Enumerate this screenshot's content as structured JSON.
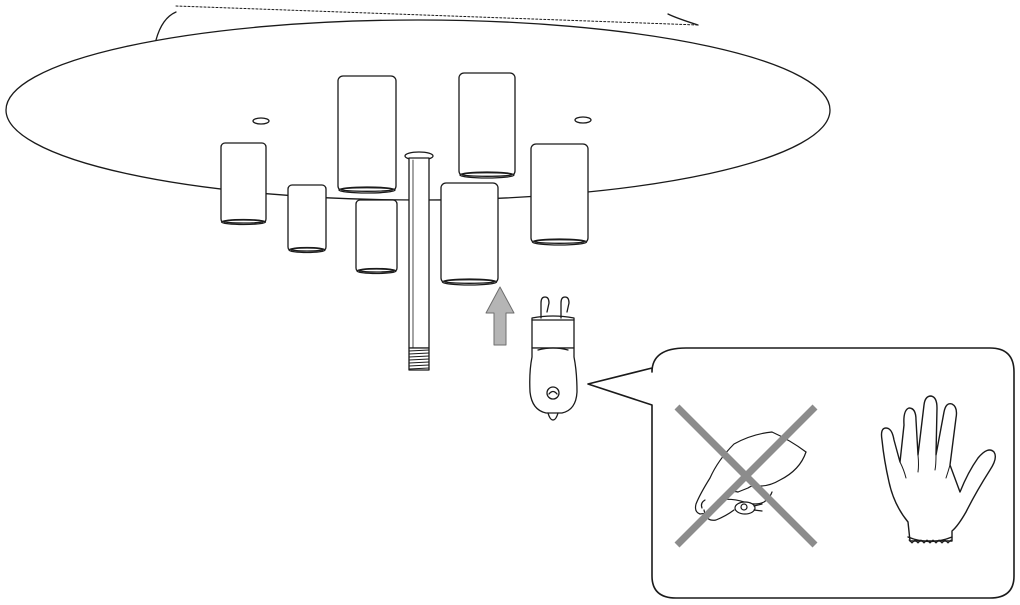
{
  "figure": {
    "components": [
      "ceiling-canopy",
      "lamp-shade",
      "threaded-down-rod",
      "up-arrow",
      "g9-bulb",
      "callout-bubble",
      "bare-hand",
      "gloved-hand",
      "prohibition-cross"
    ],
    "colors": {
      "line": "#1a1a1a",
      "arrow_fill": "#b5b5b5",
      "cross": "#8c8c8c",
      "background": "#ffffff"
    }
  }
}
